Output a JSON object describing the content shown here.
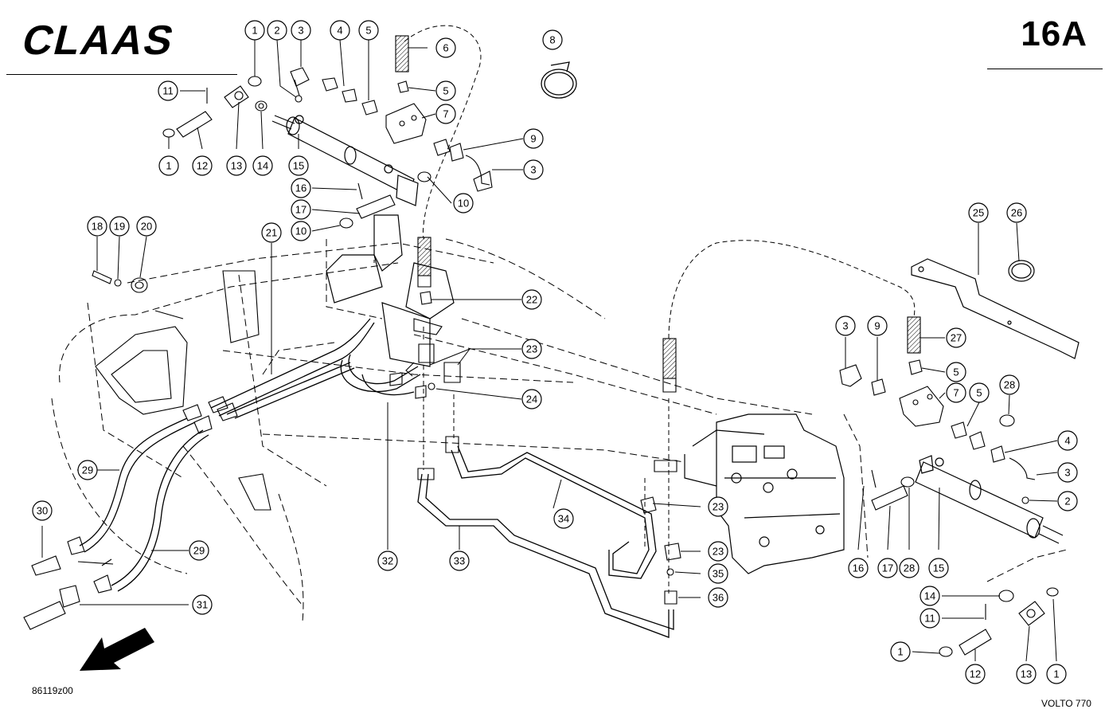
{
  "brand": "CLAAS",
  "page_code": "16A",
  "drawing_ref": "86119z00",
  "model": "VOLTO 770",
  "callouts": [
    {
      "n": "1"
    },
    {
      "n": "2"
    },
    {
      "n": "3"
    },
    {
      "n": "4"
    },
    {
      "n": "5"
    },
    {
      "n": "6"
    },
    {
      "n": "5"
    },
    {
      "n": "7"
    },
    {
      "n": "8"
    },
    {
      "n": "9"
    },
    {
      "n": "3"
    },
    {
      "n": "11"
    },
    {
      "n": "1"
    },
    {
      "n": "12"
    },
    {
      "n": "13"
    },
    {
      "n": "14"
    },
    {
      "n": "15"
    },
    {
      "n": "10"
    },
    {
      "n": "16"
    },
    {
      "n": "17"
    },
    {
      "n": "10"
    },
    {
      "n": "18"
    },
    {
      "n": "19"
    },
    {
      "n": "20"
    },
    {
      "n": "21"
    },
    {
      "n": "22"
    },
    {
      "n": "23"
    },
    {
      "n": "24"
    },
    {
      "n": "25"
    },
    {
      "n": "26"
    },
    {
      "n": "27"
    },
    {
      "n": "3"
    },
    {
      "n": "9"
    },
    {
      "n": "5"
    },
    {
      "n": "7"
    },
    {
      "n": "5"
    },
    {
      "n": "28"
    },
    {
      "n": "4"
    },
    {
      "n": "3"
    },
    {
      "n": "2"
    },
    {
      "n": "23"
    },
    {
      "n": "23"
    },
    {
      "n": "35"
    },
    {
      "n": "36"
    },
    {
      "n": "34"
    },
    {
      "n": "33"
    },
    {
      "n": "32"
    },
    {
      "n": "29"
    },
    {
      "n": "29"
    },
    {
      "n": "30"
    },
    {
      "n": "31"
    },
    {
      "n": "16"
    },
    {
      "n": "17"
    },
    {
      "n": "28"
    },
    {
      "n": "15"
    },
    {
      "n": "14"
    },
    {
      "n": "11"
    },
    {
      "n": "1"
    },
    {
      "n": "12"
    },
    {
      "n": "13"
    },
    {
      "n": "1"
    }
  ]
}
